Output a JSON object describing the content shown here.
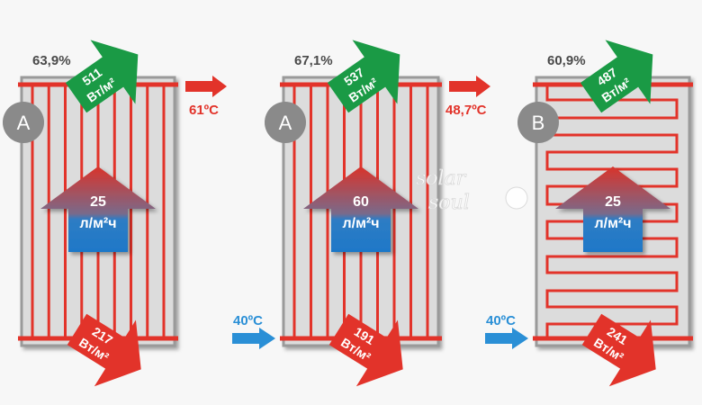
{
  "colors": {
    "background": "#f7f7f7",
    "panel_fill": "#dcdcdc",
    "panel_edge": "#9a9a9a",
    "pipe_red": "#e2332a",
    "gain_green": "#1a9a45",
    "loss_red": "#e2332a",
    "inlet_blue": "#2a8fd6",
    "flow_top": "#d9332a",
    "flow_bottom": "#1e78c8",
    "badge_gray": "#8a8a8a"
  },
  "panels": [
    {
      "id": "A1",
      "type_letter": "A",
      "pipe_layout": "harp",
      "efficiency": "63,9%",
      "gain": {
        "value": "511",
        "unit": "Вт/м²"
      },
      "loss": {
        "value": "217",
        "unit": "Вт/м²"
      },
      "flow": {
        "value": "25",
        "unit": "л/м²ч"
      },
      "outlet_temp": "61ºC",
      "inlet_temp": null
    },
    {
      "id": "A2",
      "type_letter": "A",
      "pipe_layout": "harp",
      "efficiency": "67,1%",
      "gain": {
        "value": "537",
        "unit": "Вт/м²"
      },
      "loss": {
        "value": "191",
        "unit": "Вт/м²"
      },
      "flow": {
        "value": "60",
        "unit": "л/м²ч"
      },
      "outlet_temp": "48,7ºC",
      "inlet_temp": "40ºC"
    },
    {
      "id": "B",
      "type_letter": "B",
      "pipe_layout": "serpentine",
      "efficiency": "60,9%",
      "gain": {
        "value": "487",
        "unit": "Вт/м²"
      },
      "loss": {
        "value": "241",
        "unit": "Вт/м²"
      },
      "flow": {
        "value": "25",
        "unit": "л/м²ч"
      },
      "outlet_temp": null,
      "inlet_temp": "40ºC"
    }
  ],
  "watermark": {
    "line1": "solar",
    "line2": "soul"
  }
}
